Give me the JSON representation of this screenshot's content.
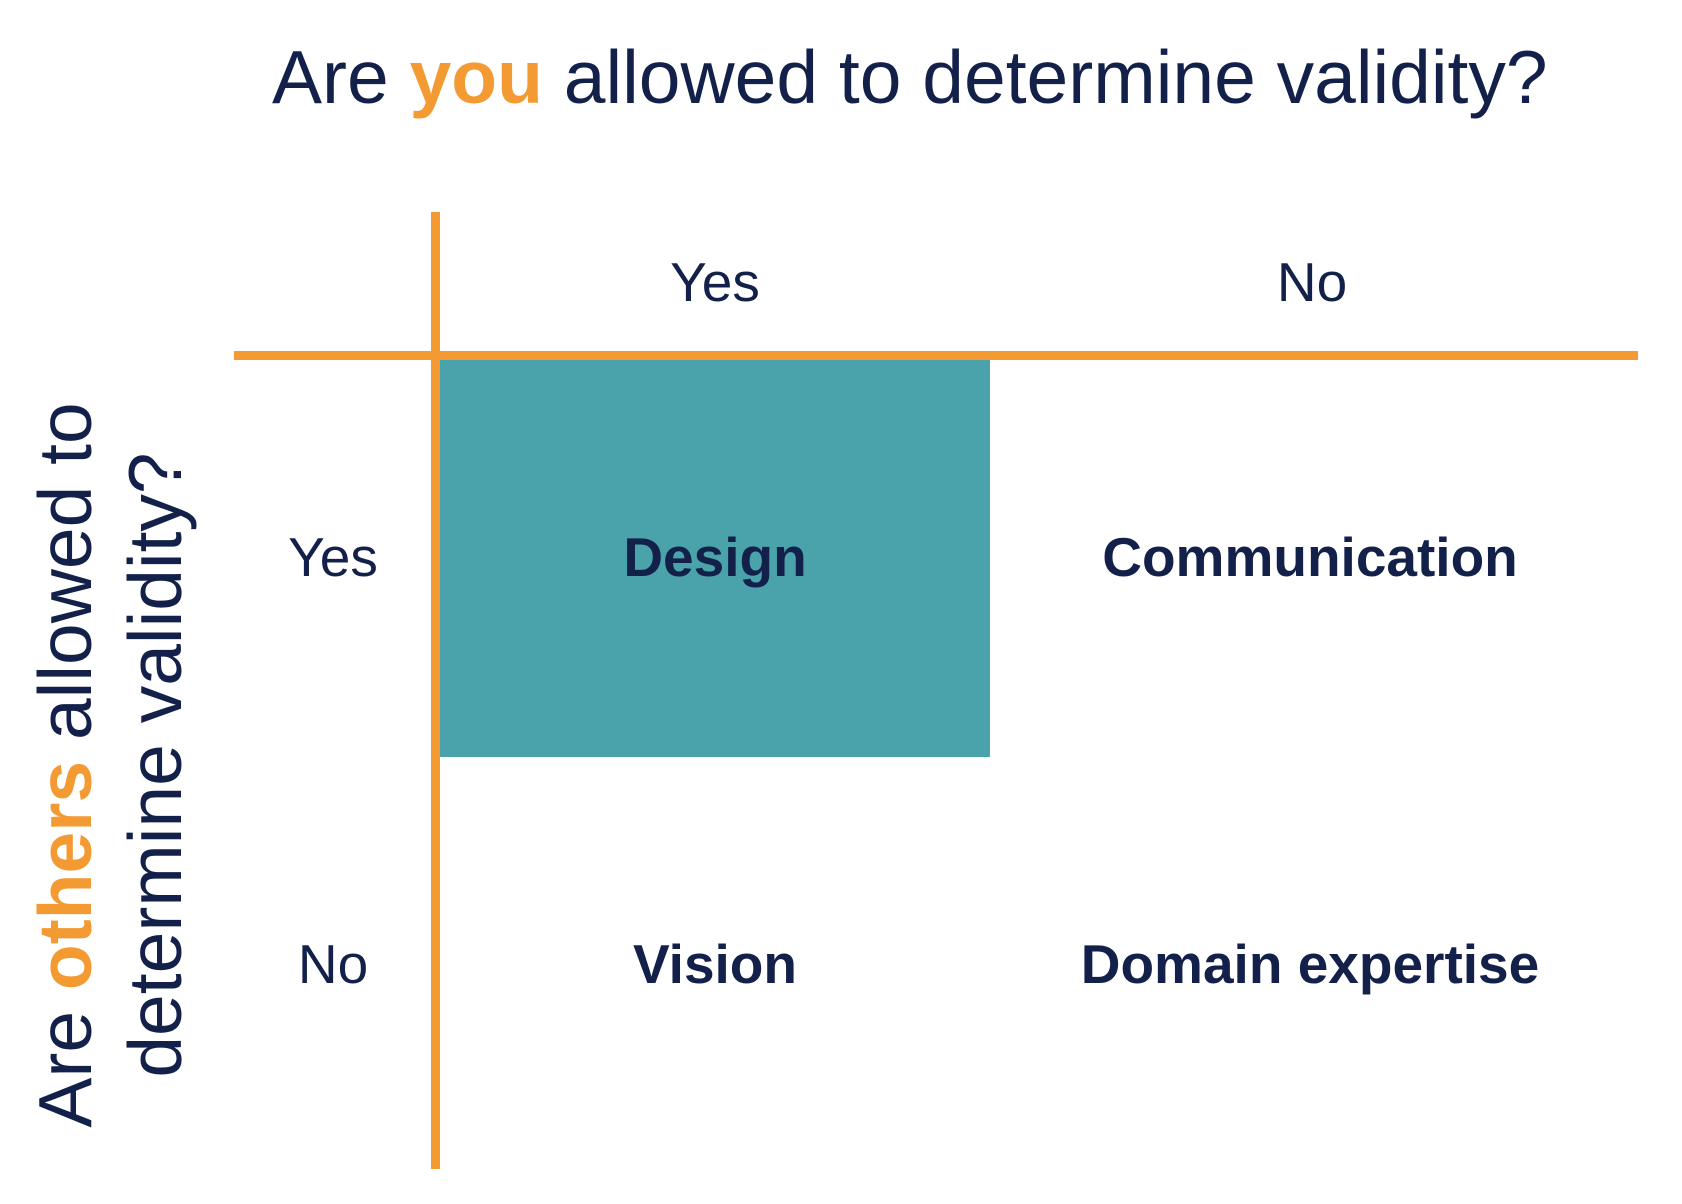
{
  "top_question": {
    "before": "Are ",
    "accent": "you",
    "after": " allowed to determine validity?"
  },
  "side_question": {
    "line1_before": "Are ",
    "line1_accent": "others",
    "line1_after": " allowed to",
    "line2": "determine validity?"
  },
  "columns": [
    "Yes",
    "No"
  ],
  "rows": [
    "Yes",
    "No"
  ],
  "cells": {
    "yes_yes": "Design",
    "yes_no": "Communication",
    "no_yes": "Vision",
    "no_no": "Domain expertise"
  },
  "colors": {
    "accent": "#f39a32",
    "text": "#13214a",
    "highlight": "#4aa3ab"
  }
}
